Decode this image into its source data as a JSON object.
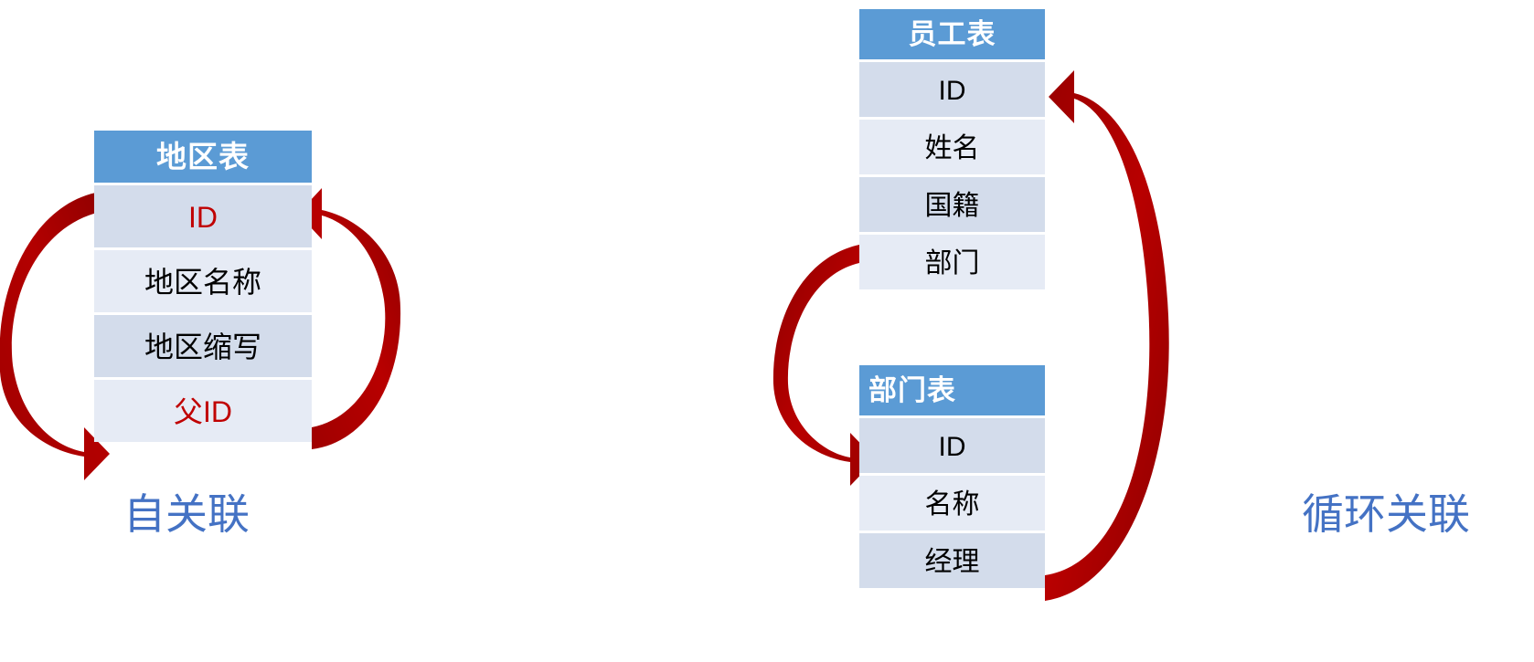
{
  "diagram": {
    "title": "",
    "colors": {
      "header_blue": "#5B9BD5",
      "row_band_dark": "#D3DCEB",
      "row_band_light": "#E6EBF5",
      "key_red": "#C00000",
      "arrow_red": "#AE0000",
      "caption_blue": "#4472C4"
    }
  },
  "tables": {
    "region": {
      "header": "地区表",
      "rows": [
        {
          "label": "ID",
          "key": true
        },
        {
          "label": "地区名称",
          "key": false
        },
        {
          "label": "地区缩写",
          "key": false
        },
        {
          "label": "父ID",
          "key": true
        }
      ]
    },
    "employee": {
      "header": "员工表",
      "rows": [
        {
          "label": "ID",
          "key": false
        },
        {
          "label": "姓名",
          "key": false
        },
        {
          "label": "国籍",
          "key": false
        },
        {
          "label": "部门",
          "key": false
        }
      ]
    },
    "department": {
      "header": "部门表",
      "rows": [
        {
          "label": "ID",
          "key": false
        },
        {
          "label": "名称",
          "key": false
        },
        {
          "label": "经理",
          "key": false
        }
      ]
    }
  },
  "captions": {
    "self_reference": "自关联",
    "cyclic_reference": "循环关联"
  },
  "relationships": [
    {
      "name": "region-id-to-parent-id",
      "from": "地区表.ID",
      "to": "地区表.父ID",
      "style": "curved-left"
    },
    {
      "name": "region-parent-id-to-id",
      "from": "地区表.父ID",
      "to": "地区表.ID",
      "style": "curved-right"
    },
    {
      "name": "employee-dept-to-department-id",
      "from": "员工表.部门",
      "to": "部门表.ID",
      "style": "curved-left"
    },
    {
      "name": "department-manager-to-employee-id",
      "from": "部门表.经理",
      "to": "员工表.ID",
      "style": "curved-right"
    }
  ]
}
